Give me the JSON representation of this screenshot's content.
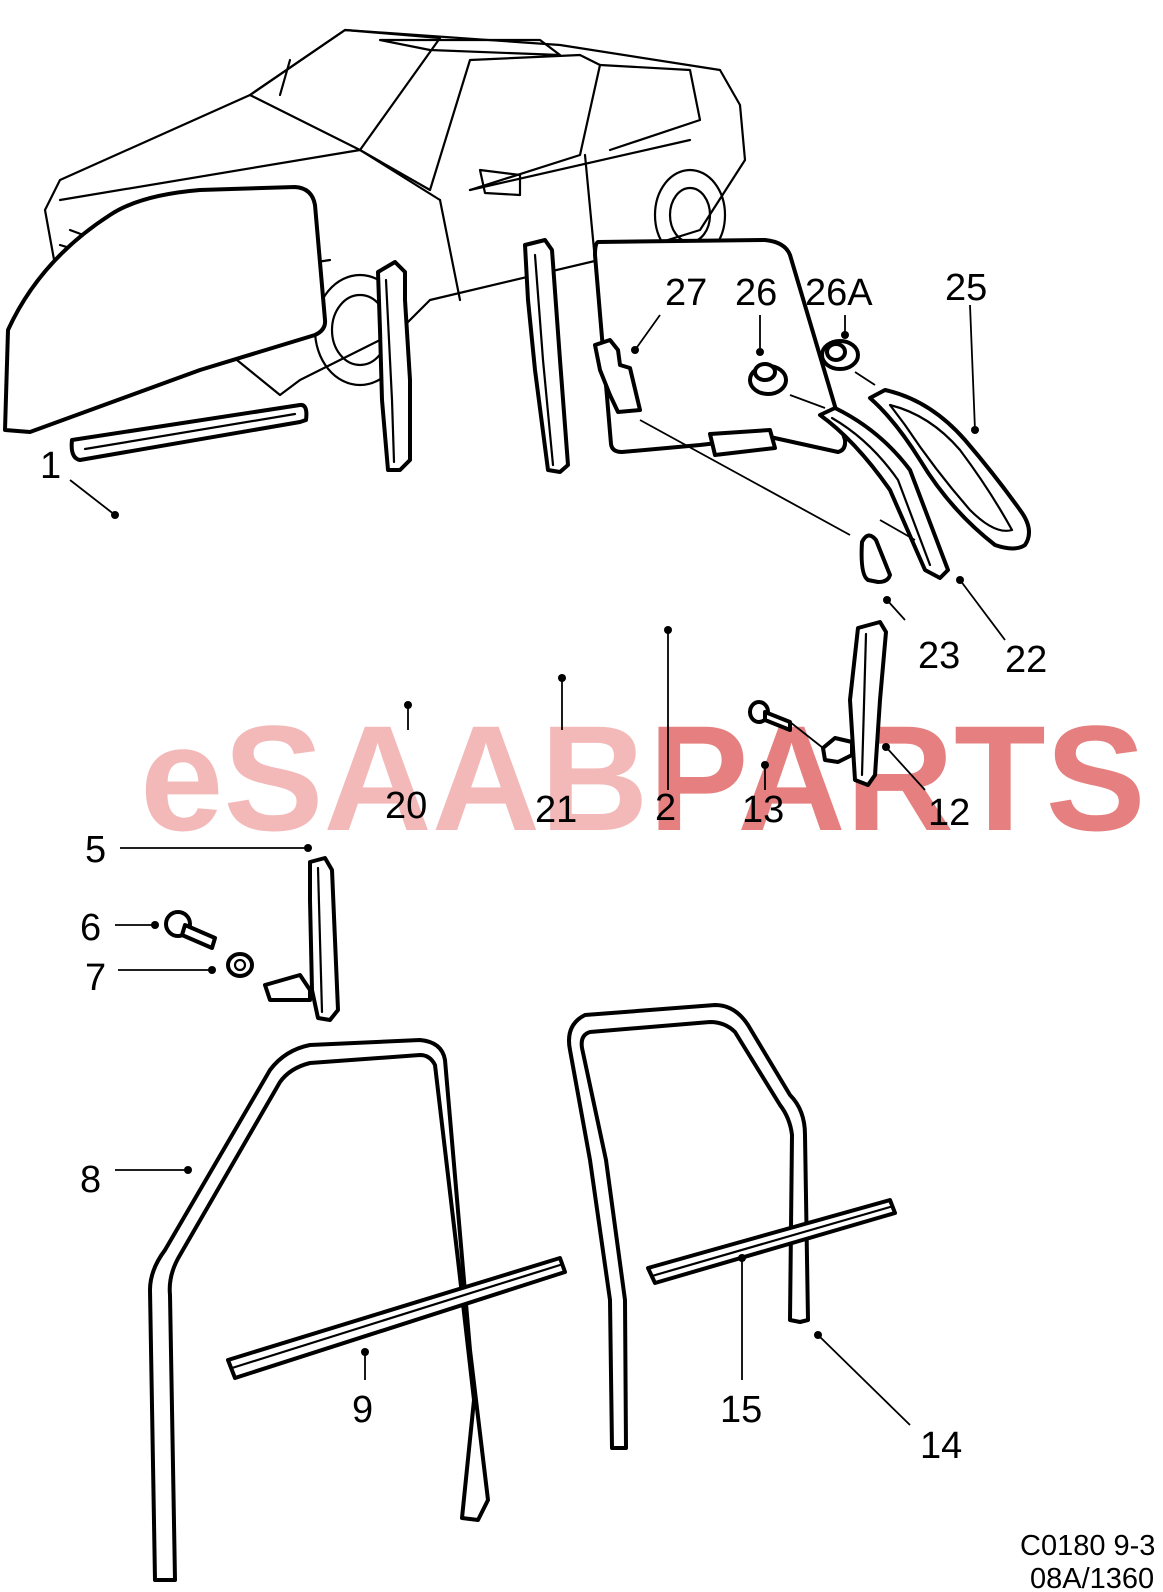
{
  "watermark": {
    "prefix": "eSAAB",
    "suffix": "PARTS"
  },
  "callouts": {
    "c1": "1",
    "c2": "2",
    "c5": "5",
    "c6": "6",
    "c7": "7",
    "c8": "8",
    "c9": "9",
    "c12": "12",
    "c13": "13",
    "c14": "14",
    "c15": "15",
    "c20": "20",
    "c21": "21",
    "c22": "22",
    "c23": "23",
    "c25": "25",
    "c26": "26",
    "c26a": "26A",
    "c27": "27"
  },
  "drawing_ref": {
    "line1": "C0180 9-3",
    "line2": "08A/1360"
  }
}
